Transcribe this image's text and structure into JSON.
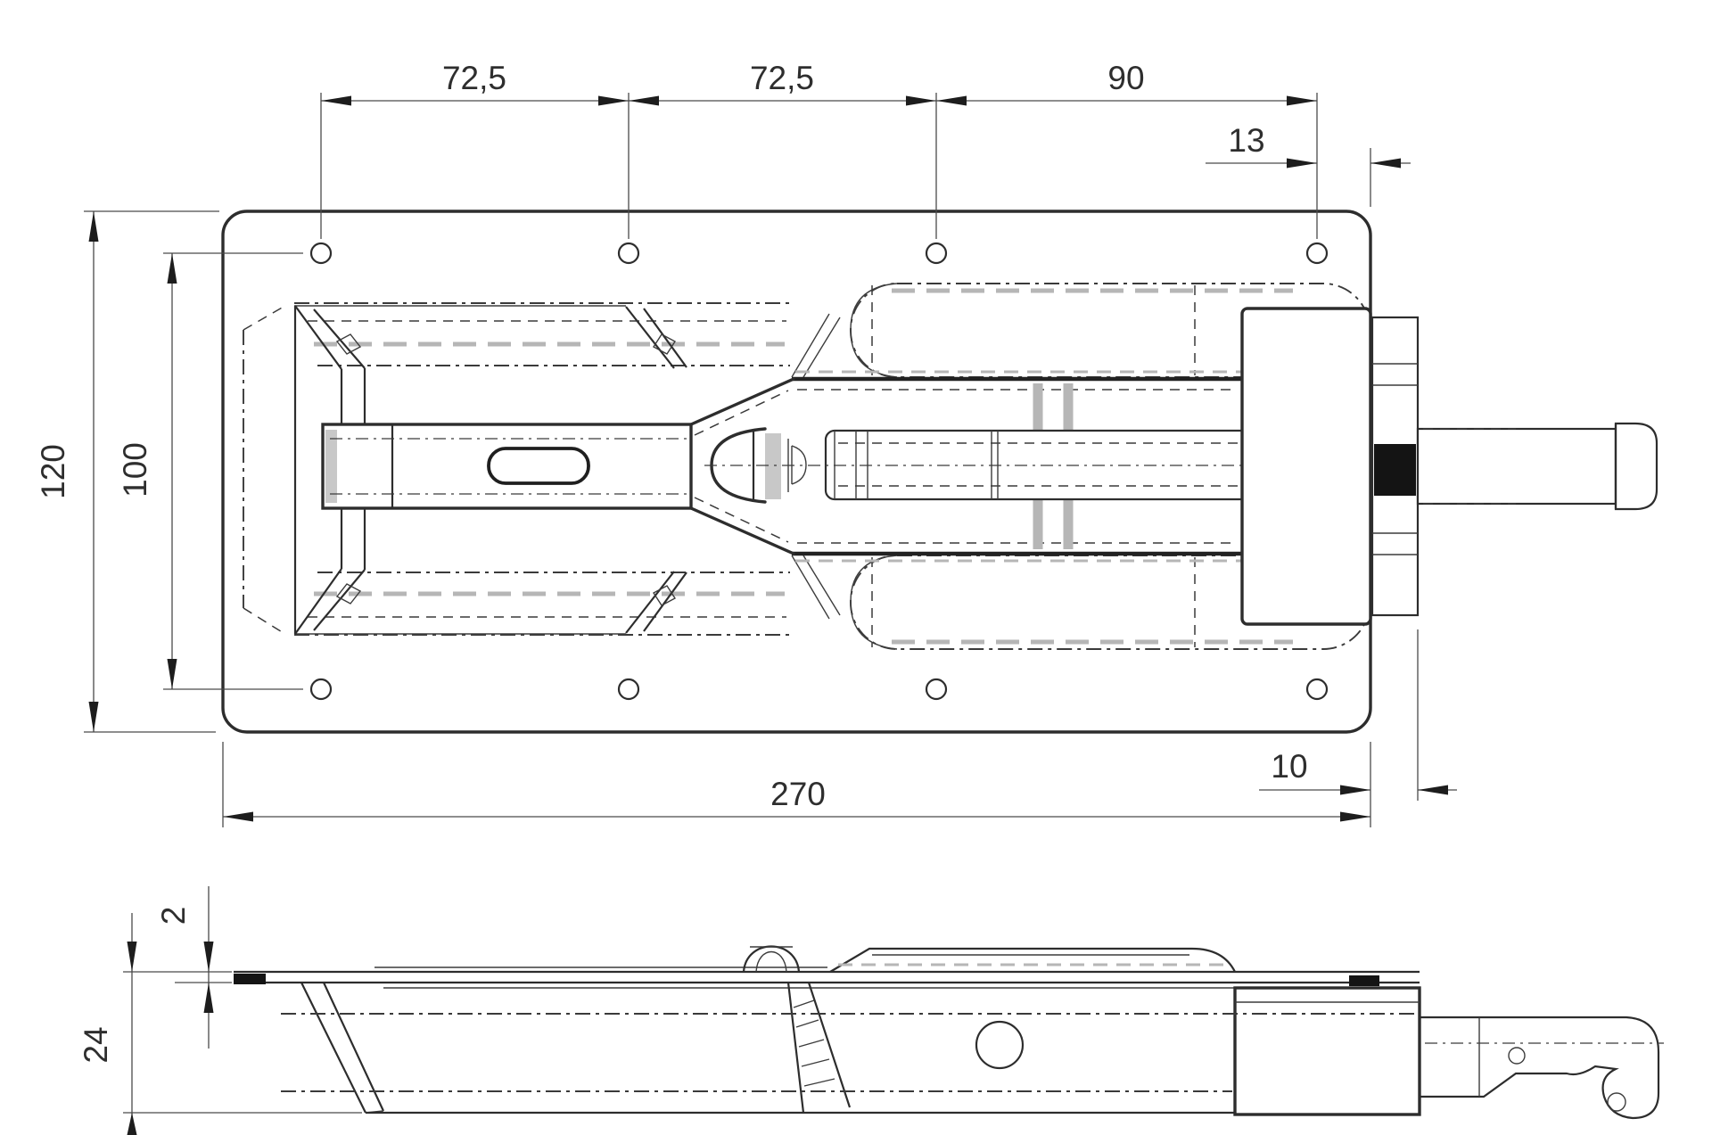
{
  "drawing": {
    "dimensions": {
      "hole_pitch_left": "72,5",
      "hole_pitch_mid": "72,5",
      "hole_pitch_right": "90",
      "hole_edge_offset": "13",
      "plate_height": "120",
      "hole_row_spacing": "100",
      "plate_width": "270",
      "housing_overhang": "10",
      "plate_thickness": "2",
      "overall_depth": "24"
    },
    "colors": {
      "background": "#ffffff",
      "outline": "#2d2d2d",
      "dimension_lines": "#4a4a4a",
      "hidden_detail_gray": "#b6b6b6"
    }
  }
}
